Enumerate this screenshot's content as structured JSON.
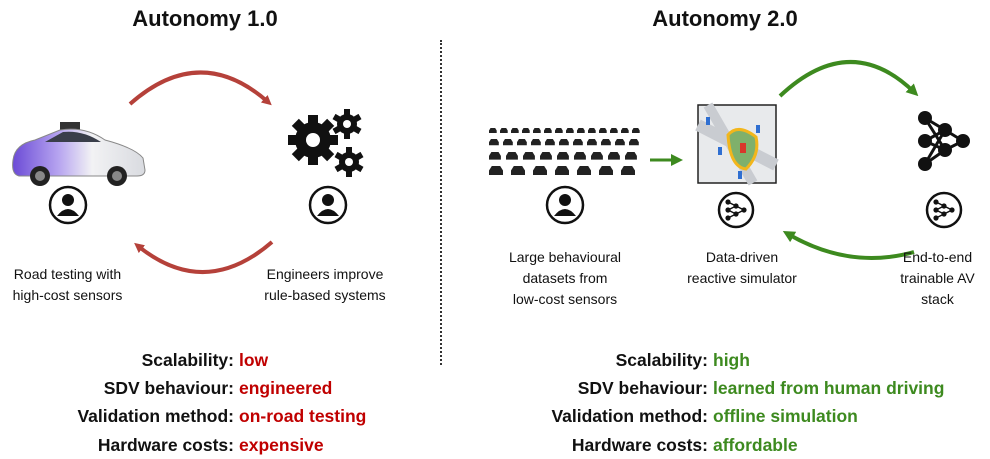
{
  "autonomy1": {
    "title": "Autonomy 1.0",
    "caption_left_1": "Road testing with",
    "caption_left_2": "high-cost sensors",
    "caption_right_1": "Engineers improve",
    "caption_right_2": "rule-based systems",
    "metrics": [
      {
        "label": "Scalability:",
        "value": "low"
      },
      {
        "label": "SDV behaviour:",
        "value": "engineered"
      },
      {
        "label": "Validation method:",
        "value": "on-road testing"
      },
      {
        "label": "Hardware costs:",
        "value": "expensive"
      }
    ]
  },
  "autonomy2": {
    "title": "Autonomy 2.0",
    "caption_data_1": "Large behavioural",
    "caption_data_2": "datasets from",
    "caption_data_3": "low-cost sensors",
    "caption_sim_1": "Data-driven",
    "caption_sim_2": "reactive simulator",
    "caption_stack_1": "End-to-end",
    "caption_stack_2": "trainable AV",
    "caption_stack_3": "stack",
    "metrics": [
      {
        "label": "Scalability:",
        "value": "high"
      },
      {
        "label": "SDV behaviour:",
        "value": "learned from human driving"
      },
      {
        "label": "Validation method:",
        "value": "offline simulation"
      },
      {
        "label": "Hardware costs:",
        "value": "affordable"
      }
    ]
  },
  "colors": {
    "red_value": "#c00000",
    "green_value": "#3d8a1f",
    "red_arrow": "#b5413a",
    "green_arrow": "#3d8a1f"
  },
  "icons": [
    "car-photo",
    "gears-icon",
    "person-icon",
    "traffic-dataset-icon",
    "simulator-image",
    "neural-network-icon",
    "network-badge-icon"
  ]
}
